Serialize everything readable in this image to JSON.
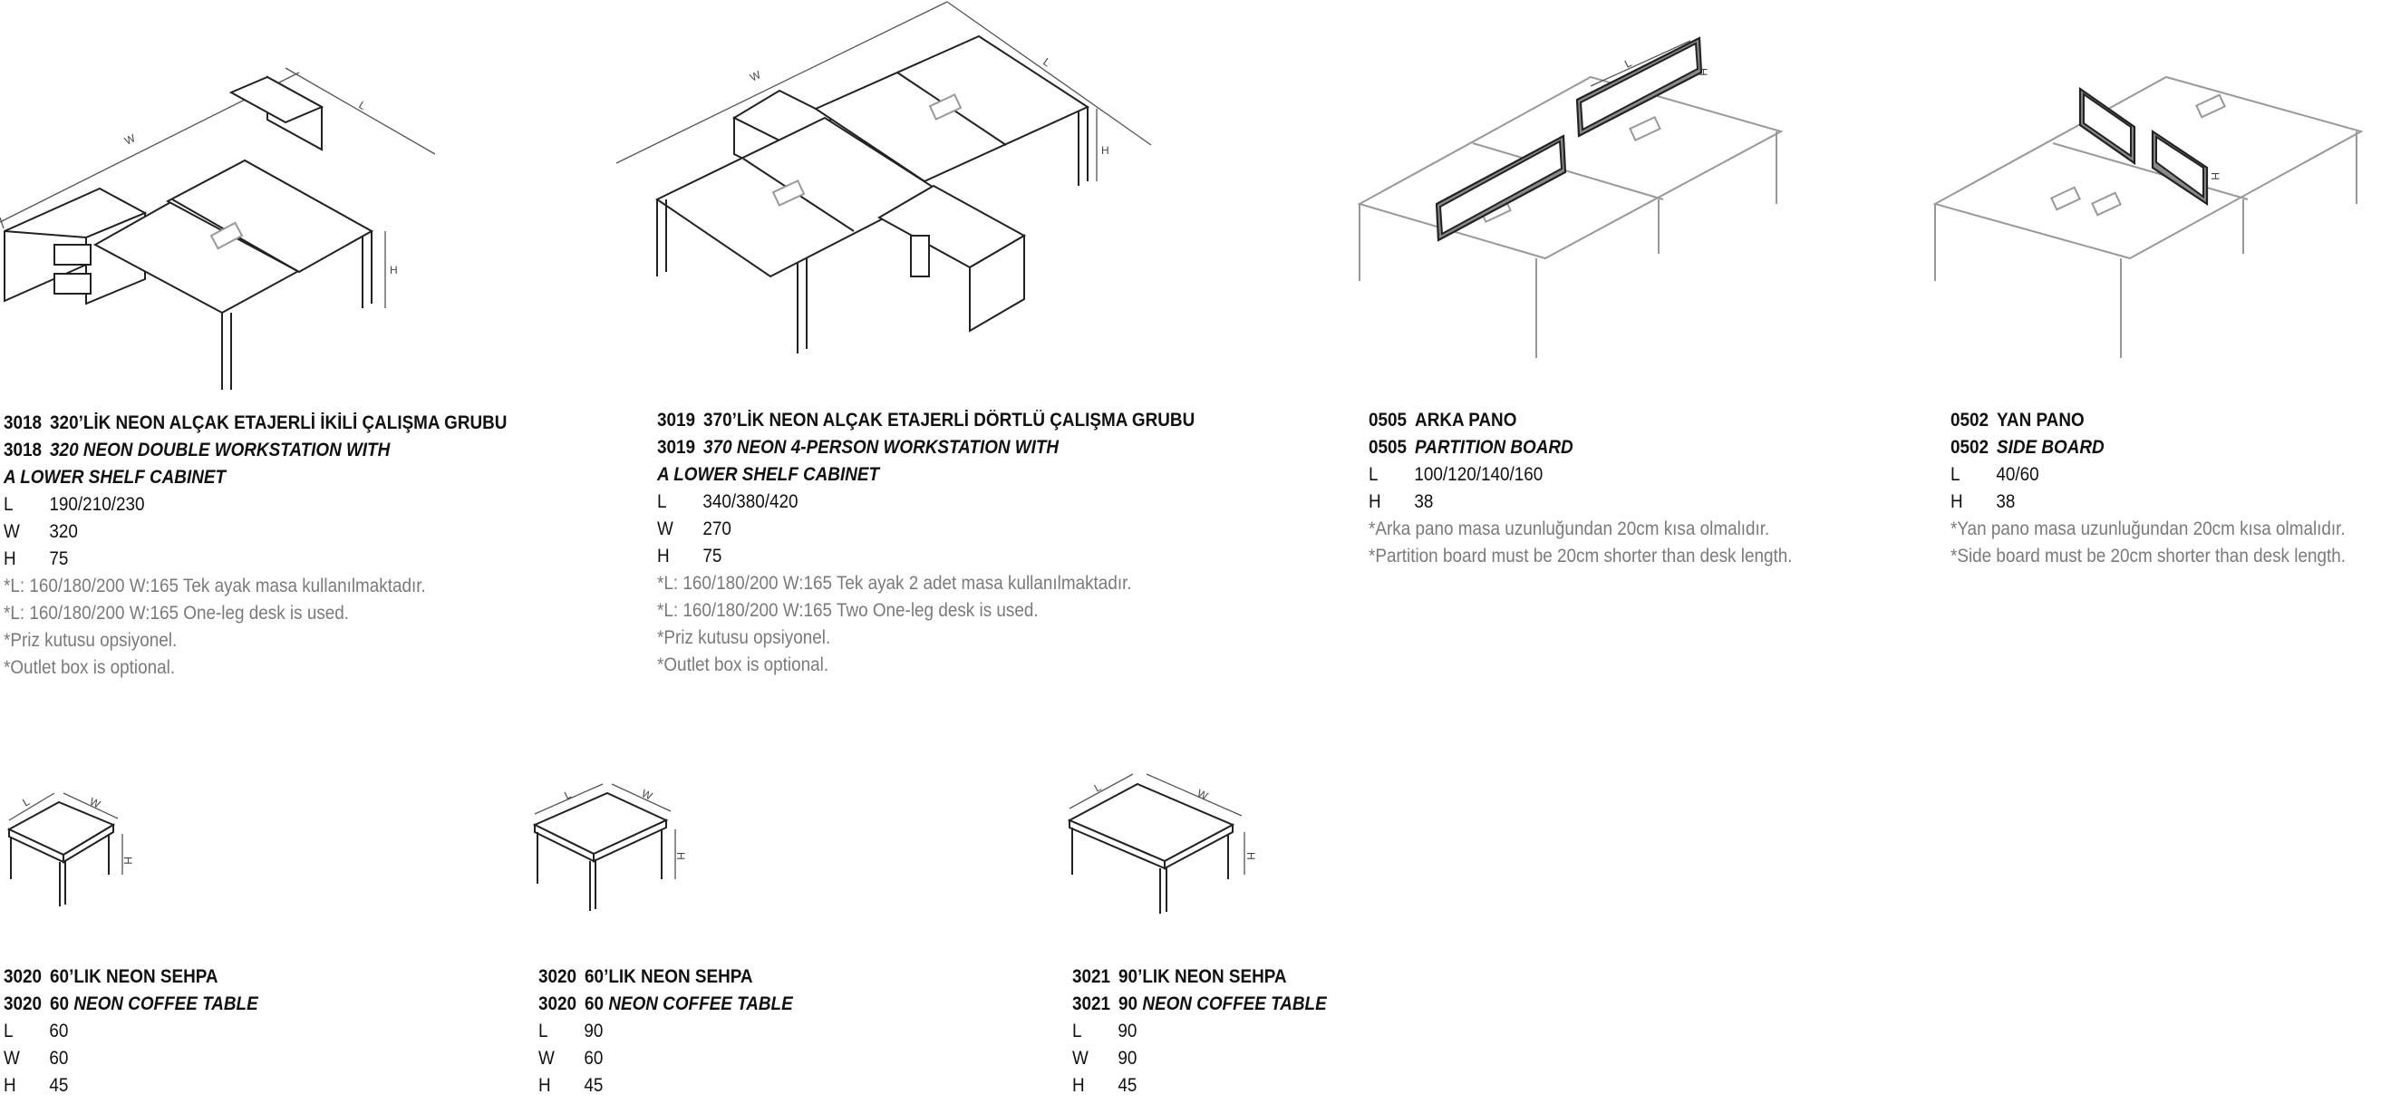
{
  "products": [
    {
      "code": "3018",
      "name_tr": "320’LİK NEON ALÇAK ETAJERLİ İKİLİ ÇALIŞMA GRUBU",
      "name_en_1": "320 NEON DOUBLE WORKSTATION WITH",
      "name_en_2": "A LOWER SHELF CABINET",
      "dims": [
        {
          "k": "L",
          "v": "190/210/230"
        },
        {
          "k": "W",
          "v": "320"
        },
        {
          "k": "H",
          "v": "75"
        }
      ],
      "notes": [
        "*L: 160/180/200 W:165 Tek ayak masa kullanılmaktadır.",
        "*L: 160/180/200 W:165 One-leg desk is used.",
        "*Priz kutusu opsiyonel.",
        "*Outlet box is optional."
      ]
    },
    {
      "code": "3019",
      "name_tr": "370’LİK NEON ALÇAK ETAJERLİ DÖRTLÜ ÇALIŞMA GRUBU",
      "name_en_1": "370 NEON 4-PERSON WORKSTATION WITH",
      "name_en_2": "A LOWER SHELF CABINET",
      "dims": [
        {
          "k": "L",
          "v": "340/380/420"
        },
        {
          "k": "W",
          "v": "270"
        },
        {
          "k": "H",
          "v": "75"
        }
      ],
      "notes": [
        "*L: 160/180/200 W:165 Tek ayak 2 adet masa kullanılmaktadır.",
        "*L: 160/180/200 W:165 Two One-leg desk is used.",
        "*Priz kutusu opsiyonel.",
        "*Outlet box is optional."
      ]
    },
    {
      "code": "0505",
      "name_tr": "ARKA PANO",
      "name_en_1": "PARTITION BOARD",
      "dims": [
        {
          "k": "L",
          "v": "100/120/140/160"
        },
        {
          "k": "H",
          "v": "38"
        }
      ],
      "notes": [
        "*Arka pano masa uzunluğundan 20cm kısa olmalıdır.",
        "*Partition board must be 20cm shorter than desk length."
      ]
    },
    {
      "code": "0502",
      "name_tr": "YAN PANO",
      "name_en_1": "SIDE BOARD",
      "dims": [
        {
          "k": "L",
          "v": "40/60"
        },
        {
          "k": "H",
          "v": "38"
        }
      ],
      "notes": [
        "*Yan pano masa uzunluğundan 20cm kısa olmalıdır.",
        "*Side board must be 20cm shorter than desk length."
      ]
    },
    {
      "code": "3020",
      "name_tr": "60’LIK NEON SEHPA",
      "num_en": "60",
      "name_en_1": "NEON COFFEE TABLE",
      "dims": [
        {
          "k": "L",
          "v": "60"
        },
        {
          "k": "W",
          "v": "60"
        },
        {
          "k": "H",
          "v": "45"
        }
      ]
    },
    {
      "code": "3020",
      "name_tr": "60’LIK NEON SEHPA",
      "num_en": "60",
      "name_en_1": "NEON COFFEE TABLE",
      "dims": [
        {
          "k": "L",
          "v": "90"
        },
        {
          "k": "W",
          "v": "60"
        },
        {
          "k": "H",
          "v": "45"
        }
      ]
    },
    {
      "code": "3021",
      "name_tr": "90’LIK NEON SEHPA",
      "num_en": "90",
      "name_en_1": "NEON COFFEE TABLE",
      "dims": [
        {
          "k": "L",
          "v": "90"
        },
        {
          "k": "W",
          "v": "90"
        },
        {
          "k": "H",
          "v": "45"
        }
      ]
    }
  ],
  "dim_letters": {
    "l": "L",
    "w": "W",
    "h": "H"
  }
}
